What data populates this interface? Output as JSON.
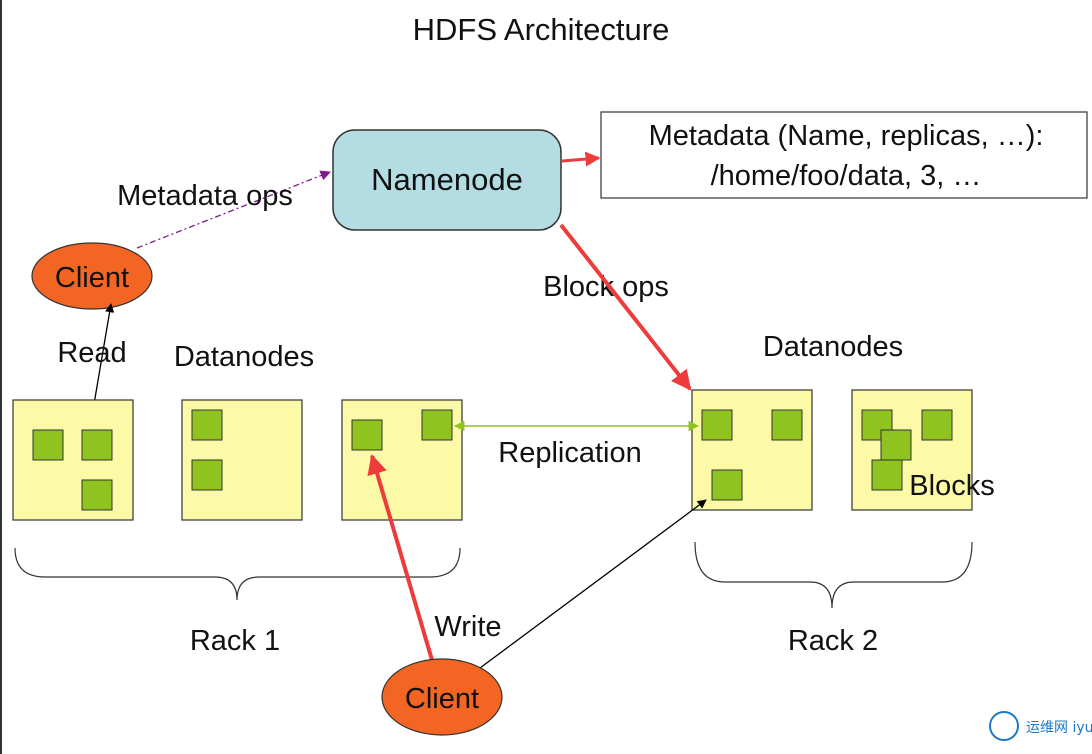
{
  "title": "HDFS Architecture",
  "namenode": {
    "label": "Namenode",
    "fill": "#b3dde3"
  },
  "metadata": {
    "line1": "Metadata (Name, replicas, …):",
    "line2": "/home/foo/data, 3, …"
  },
  "clients": {
    "top": "Client",
    "bottom": "Client",
    "fill": "#f26522"
  },
  "labels": {
    "metadata_ops": "Metadata ops",
    "read": "Read",
    "datanodes_left": "Datanodes",
    "datanodes_right": "Datanodes",
    "block_ops": "Block ops",
    "replication": "Replication",
    "blocks": "Blocks",
    "write": "Write",
    "rack1": "Rack 1",
    "rack2": "Rack 2"
  },
  "colors": {
    "datanode_fill": "#fcfaa6",
    "block_fill": "#8fc31f",
    "red_arrow": "#ee3b3b",
    "purple_arrow": "#7f1a8e",
    "green_arrow": "#8fc31f"
  },
  "watermark": "运维网 iyunv.com"
}
